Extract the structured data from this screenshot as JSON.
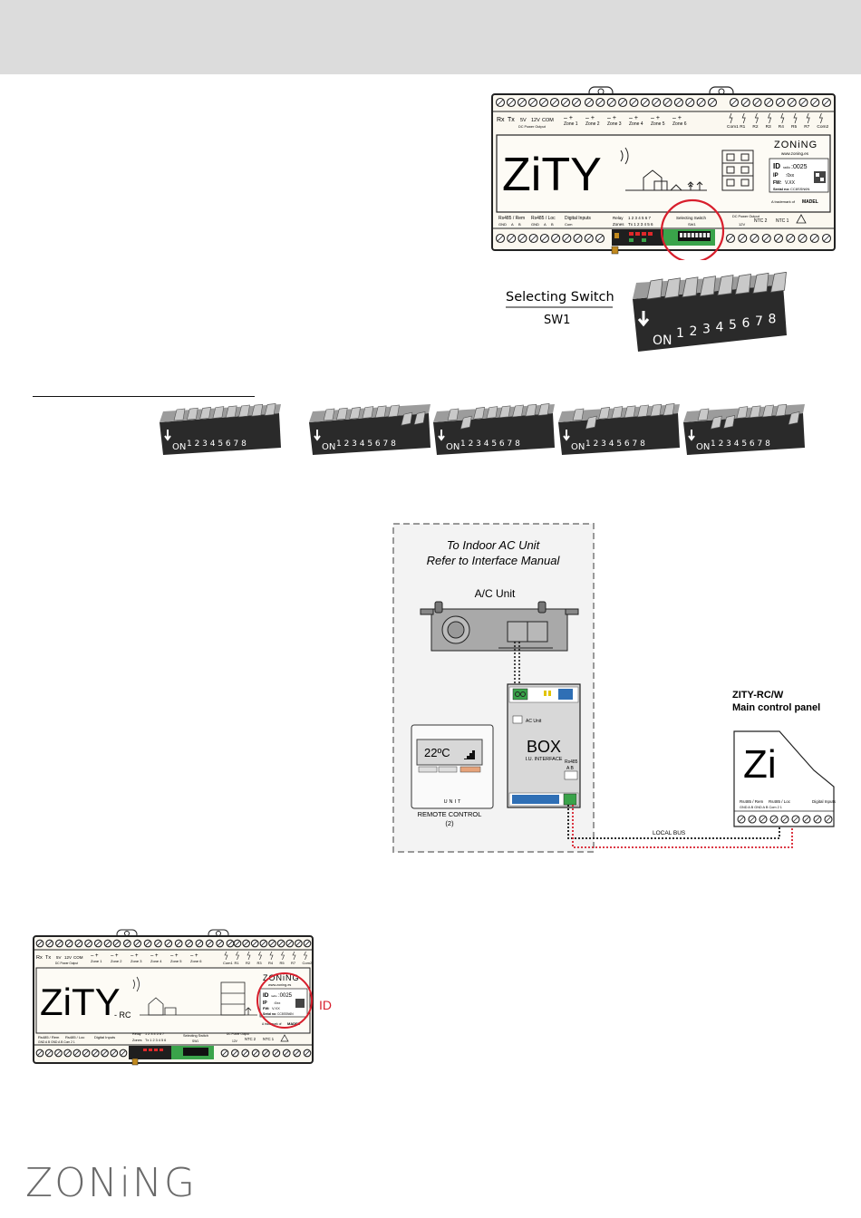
{
  "controller_top": {
    "brand_word": "ZiTY",
    "left_labels": {
      "rx": "Rx",
      "tx": "Tx",
      "v5": "5V",
      "v12": "12V",
      "com": "COM",
      "dc_power_output": "DC Power Output"
    },
    "zones": [
      "Zone 1",
      "Zone 2",
      "Zone 3",
      "Zone 4",
      "Zone 5",
      "Zone 6"
    ],
    "relays": [
      "Com1",
      "R1",
      "R2",
      "R3",
      "R4",
      "R5",
      "R7",
      "Com2"
    ],
    "id_card": {
      "logo": "ZONiNG",
      "website": "www.zoning.es",
      "id_label": "ID",
      "id_sub": "radio",
      "id_value": ":0025",
      "ip_label": "IP",
      "ip_value": ":0xx",
      "fw_label": "FW:",
      "fw_value": "V.XX",
      "serial_label": "Serial no:",
      "serial_value": "CC8SSN6N",
      "trademark": "A trademark of",
      "trademark_brand": "MADEL"
    },
    "bottom_labels": {
      "rs485_rem": "Rs485 / Rem",
      "rs485_loc": "Rs485 / Loc",
      "digital_inputs": "Digital Inputs",
      "gnd": "GND",
      "a": "A",
      "b": "B",
      "com": "Com",
      "relay": "Relay",
      "relay_nums": "1 2 3 4 5 6 7",
      "zones_label": "Zones",
      "zones_nums": "Tx 1 2 3 4 5 6",
      "selecting_switch": "Selecting Switch",
      "sw1": "SW1",
      "dc_power_output": "DC Power Output",
      "dc_v": "12V",
      "ntc2": "NTC 2",
      "ntc1": "NTC 1"
    }
  },
  "sw1_detail": {
    "title": "Selecting Switch",
    "subtitle": "SW1",
    "on_label": "ON",
    "numbers": [
      "1",
      "2",
      "3",
      "4",
      "5",
      "6",
      "7",
      "8"
    ]
  },
  "switch_examples": [
    {
      "on_label": "ON",
      "numbers": "1 2 3 4 5 6 7 8"
    },
    {
      "on_label": "ON",
      "numbers": "1 2 3 4 5 6 7 8"
    },
    {
      "on_label": "ON",
      "numbers": "1 2 3 4 5 6 7 8"
    },
    {
      "on_label": "ON",
      "numbers": "1 2 3 4 5 6 7 8"
    },
    {
      "on_label": "ON",
      "numbers": "1 2 3 4 5 6 7 8"
    }
  ],
  "wiring": {
    "title_line1": "To Indoor AC Unit",
    "title_line2": "Refer to Interface Manual",
    "ac_unit_label": "A/C Unit",
    "box_label": "BOX",
    "box_sub": "I.U. INTERFACE",
    "box_ac_unit": "AC Unit",
    "box_rs485": "Rs485",
    "box_ab": "A B",
    "remote_display": "22ºC",
    "remote_unit": "UNIT",
    "remote_caption_1": "REMOTE CONTROL",
    "remote_caption_2": "(2)",
    "panel_title_1": "ZITY-RC/W",
    "panel_title_2": "Main control panel",
    "panel_logo": "Zi",
    "panel_labels": {
      "rs485_rem": "Rs485 / Rem",
      "rs485_loc": "Rs485 / Loc",
      "digital_inputs": "Digital Inputs",
      "row": "GND  A  B  GND  A  B  Com  2  1"
    },
    "local_bus": "LOCAL BUS"
  },
  "controller_bottom": {
    "brand_word": "ZiTY",
    "rc_suffix": "- RC",
    "id_callout": "ID",
    "id_card": {
      "logo": "ZONiNG",
      "website": "www.zoning.es",
      "id_label": "ID",
      "id_sub": "radio",
      "id_value": ":0025",
      "ip_label": "IP",
      "ip_value": ":0xx",
      "fw_label": "FW:",
      "fw_value": "V.XX",
      "serial_label": "Serial no:",
      "serial_value": "CC8SSN6N",
      "trademark": "A trademark of",
      "trademark_brand": "MADEL"
    },
    "labels": {
      "rx": "Rx",
      "tx": "Tx",
      "v5": "5V",
      "v12": "12V",
      "com": "COM",
      "dc_power_output": "DC Power Output",
      "zones": [
        "Zone 1",
        "Zone 2",
        "Zone 3",
        "Zone 4",
        "Zone 5",
        "Zone 6"
      ],
      "relays": [
        "Com1",
        "R1",
        "R2",
        "R3",
        "R4",
        "R5",
        "R7",
        "Com2"
      ],
      "rs485_rem": "Rs485 / Rem",
      "rs485_loc": "Rs485 / Loc",
      "digital_inputs": "Digital Inputs",
      "gnd_row": "GND  A  B  GND  A  B  Com  2  1",
      "relay": "Relay",
      "relay_nums": "1 2 3 4 5 6 7",
      "zones_label": "Zones",
      "zones_nums": "Tx 1 2 3 4 5 6",
      "selecting_switch": "Selecting Switch",
      "sw1": "SW1",
      "dc_power": "DC Power Output",
      "dc_v": "12V",
      "ntc2": "NTC 2",
      "ntc1": "NTC 1"
    }
  },
  "footer": {
    "logo": "ZONiNG"
  },
  "colors": {
    "header_band": "#dcdcdc",
    "highlight_red": "#d81e2c",
    "board_green": "#3aa34a",
    "led_red": "#e0282a"
  }
}
